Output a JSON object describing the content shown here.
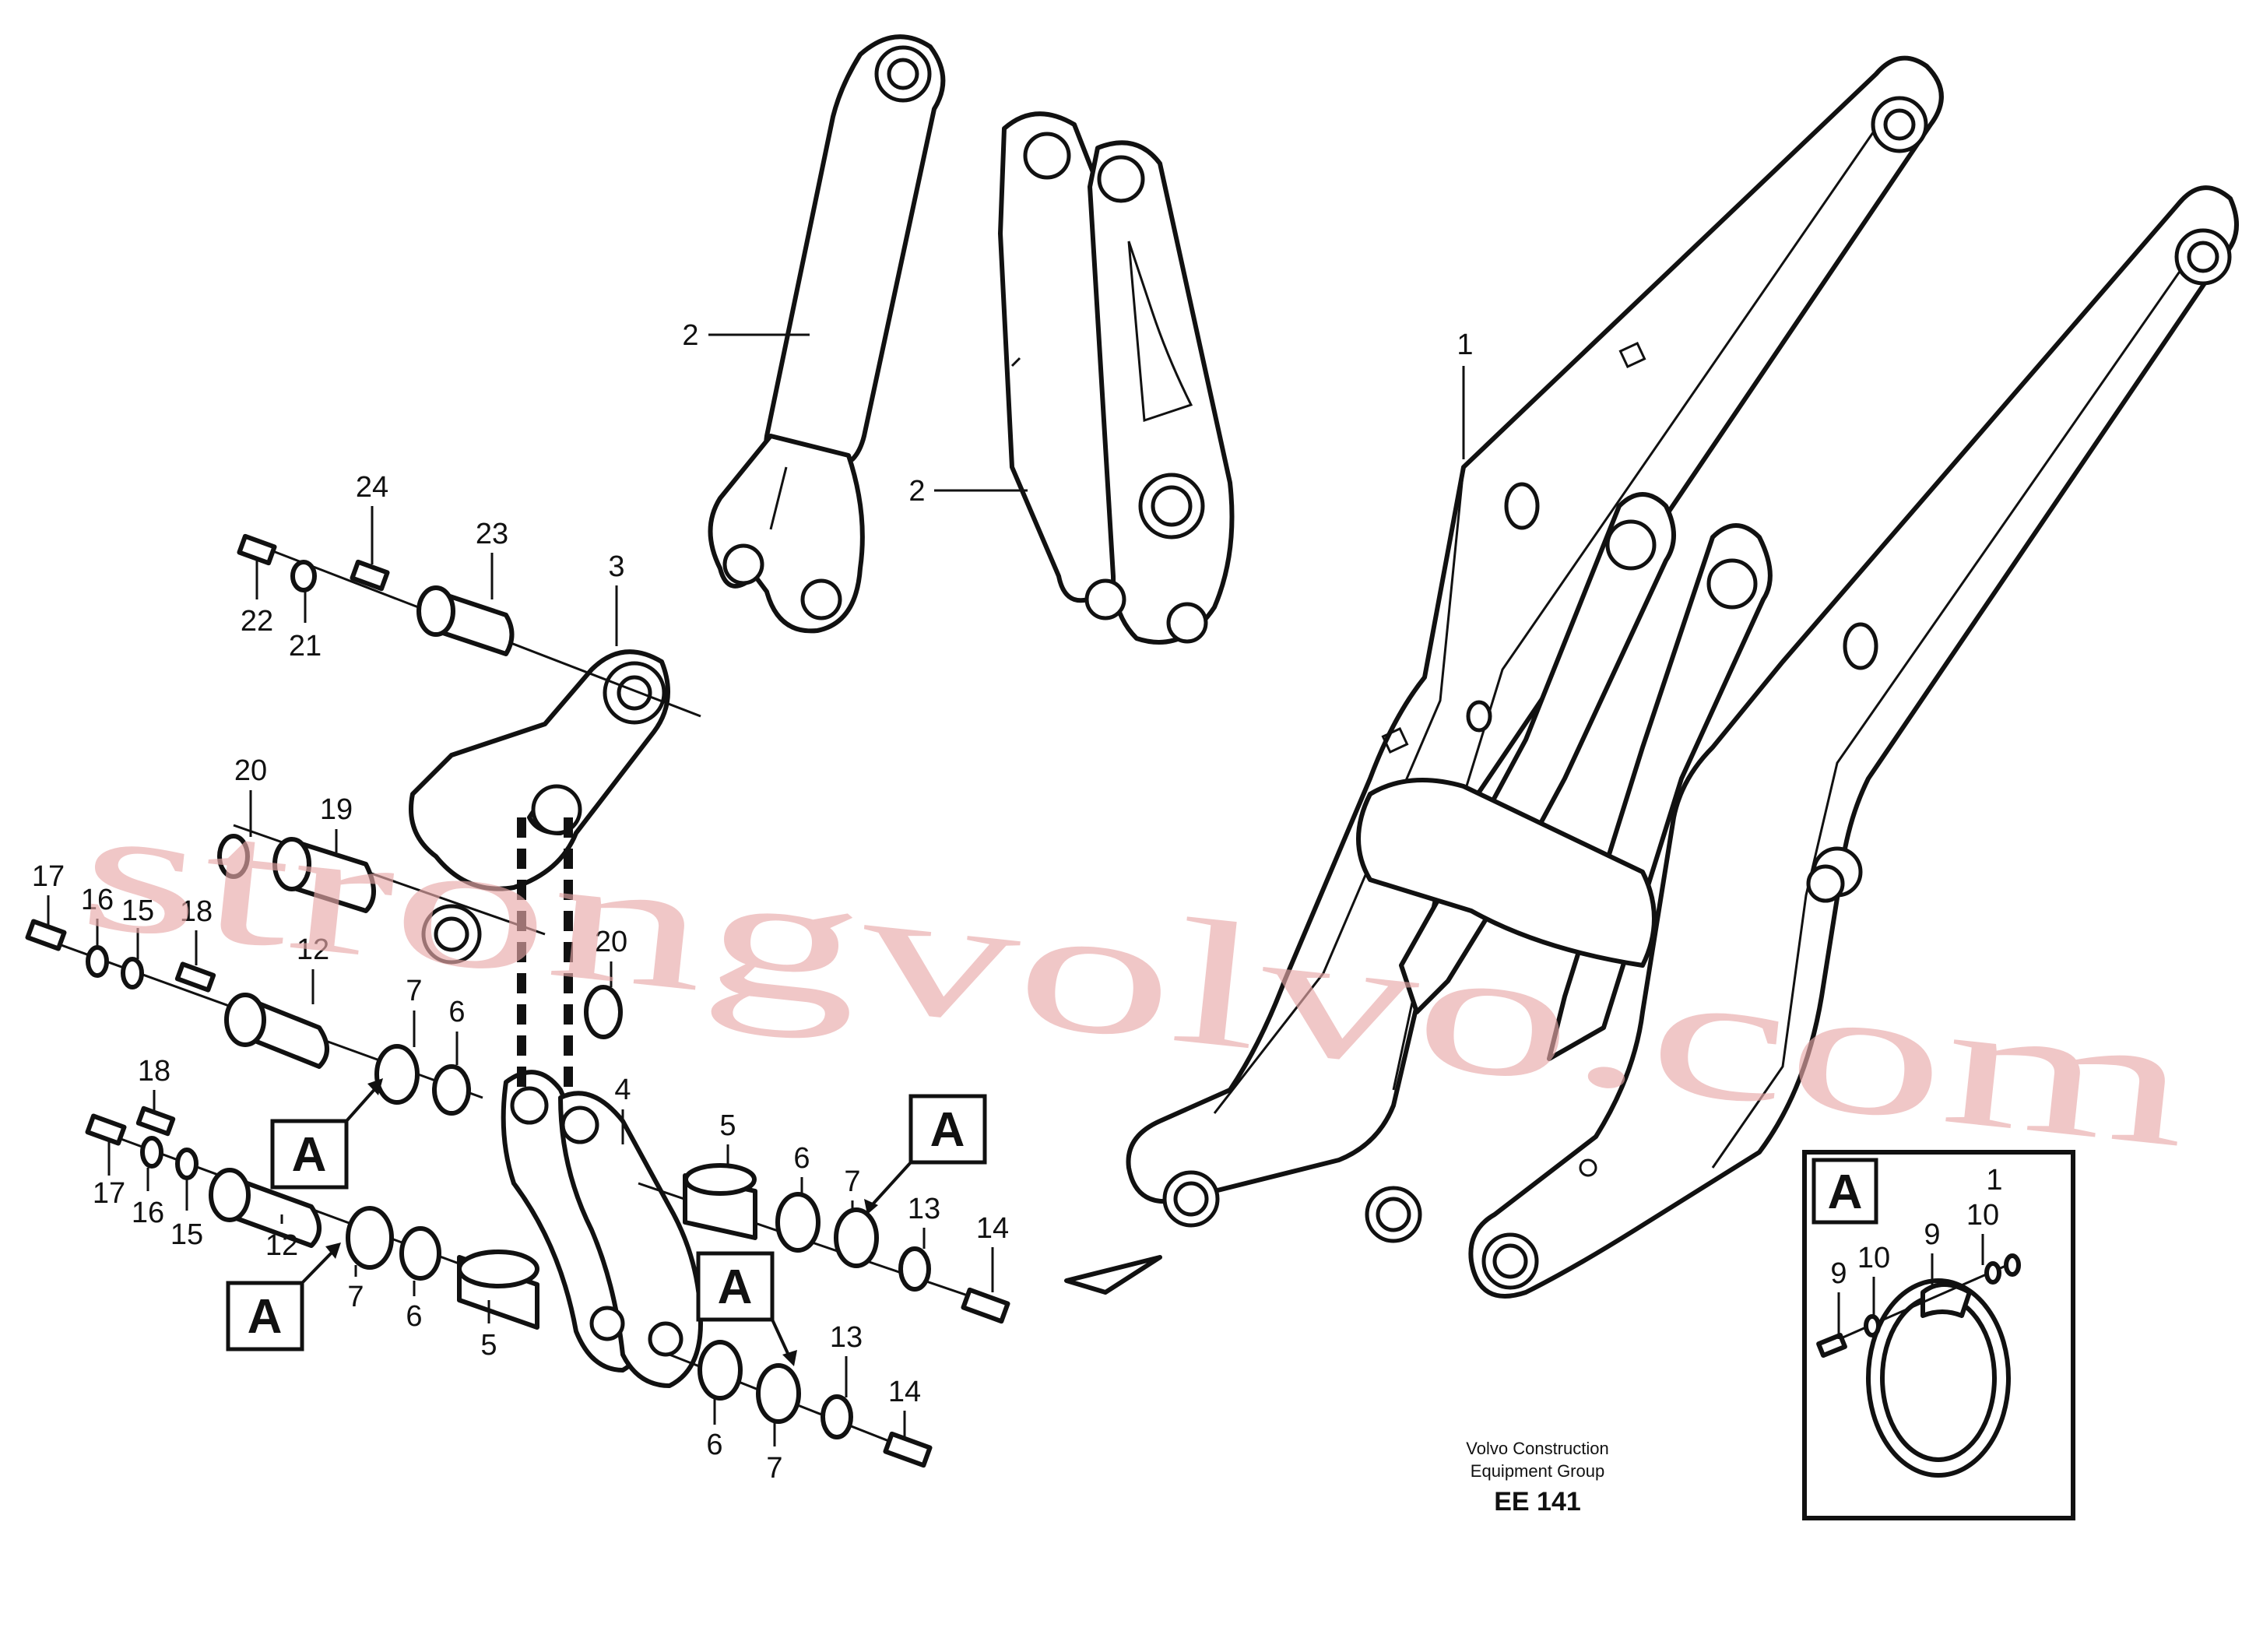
{
  "callouts": [
    "1",
    "2",
    "3",
    "4",
    "5",
    "6",
    "7",
    "9",
    "10",
    "12",
    "13",
    "14",
    "15",
    "16",
    "17",
    "18",
    "19",
    "20",
    "21",
    "22",
    "23",
    "24"
  ],
  "section_marker": "A",
  "detail_view_title": "A",
  "footer": {
    "line1": "Volvo Construction",
    "line2": "Equipment Group",
    "code": "EE 141"
  },
  "watermark": "strongvolvo.com"
}
